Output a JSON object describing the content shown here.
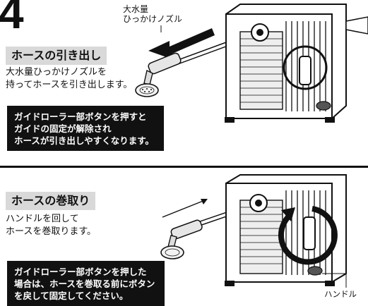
{
  "step_number": "4",
  "top": {
    "nozzle_label_line1": "大水量",
    "nozzle_label_line2": "ひっかけノズル",
    "title": "ホースの引き出し",
    "desc_line1": "大水量ひっかけノズルを",
    "desc_line2": "持ってホースを引き出します。",
    "notice_line1": "ガイドローラー部ボタンを押すと",
    "notice_line2": "ガイドの固定が解除され",
    "notice_line3": "ホースが引き出しやすくなります。"
  },
  "bottom": {
    "title": "ホースの巻取り",
    "desc_line1": "ハンドルを回して",
    "desc_line2": "ホースを巻取ります。",
    "notice_line1": "ガイドローラー部ボタンを押した",
    "notice_line2": "場合は、ホースを巻取る前にボタン",
    "notice_line3": "を戻して固定してください。",
    "handle_label": "ハンドル"
  }
}
